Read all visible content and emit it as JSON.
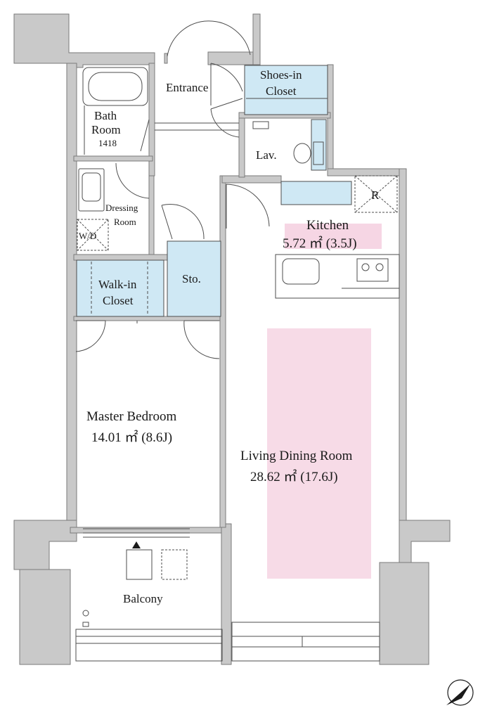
{
  "rooms": {
    "bath": {
      "name_line1": "Bath",
      "name_line2": "Room",
      "size": "1418"
    },
    "entrance": {
      "name": "Entrance"
    },
    "shoes_closet": {
      "name_line1": "Shoes-in",
      "name_line2": "Closet"
    },
    "lavatory": {
      "name": "Lav."
    },
    "dressing": {
      "name_line1": "Dressing",
      "name_line2": "Room"
    },
    "washer": {
      "name": "W/D"
    },
    "walkin_closet": {
      "name_line1": "Walk-in",
      "name_line2": "Closet"
    },
    "storage": {
      "name": "Sto."
    },
    "refrigerator": {
      "name": "R"
    },
    "kitchen": {
      "name": "Kitchen",
      "area": "5.72 ㎡  (3.5J)"
    },
    "master_bedroom": {
      "name": "Master Bedroom",
      "area": "14.01 ㎡  (8.6J)"
    },
    "living_dining": {
      "name": "Living Dining Room",
      "area": "28.62 ㎡  (17.6J)"
    },
    "balcony": {
      "name": "Balcony"
    }
  },
  "colors": {
    "wall": "#c9c9c9",
    "wall_outline": "#7a7a7a",
    "closet_fill": "#cfe8f4",
    "kitchen_highlight": "#f6d6e4",
    "living_highlight": "#f7dbe7",
    "line": "#4d4d4d"
  },
  "icons": [
    "north-arrow-icon",
    "bathtub-icon",
    "sink-icon",
    "toilet-icon",
    "stove-icon",
    "washer-icon"
  ]
}
